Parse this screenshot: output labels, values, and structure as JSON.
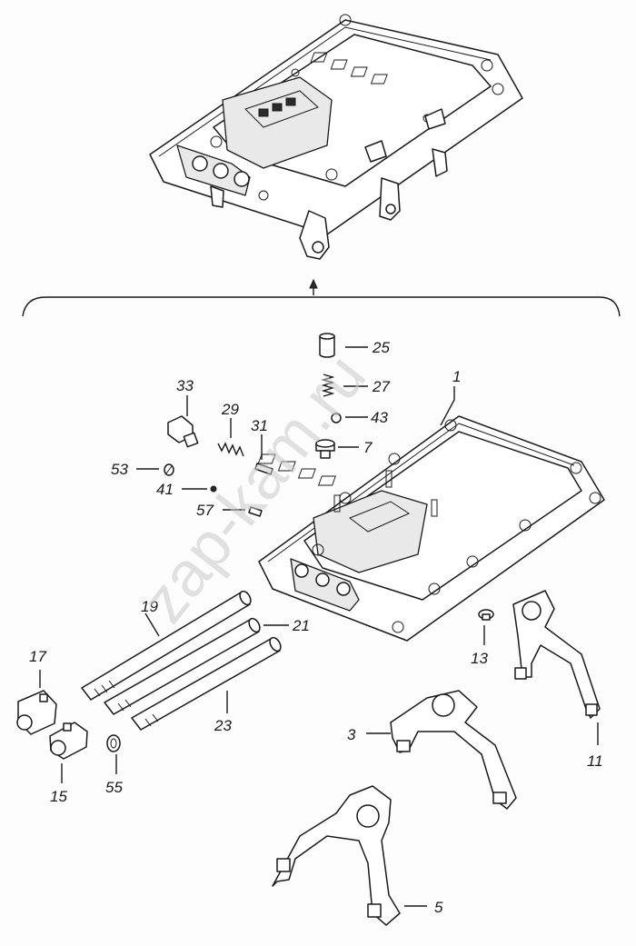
{
  "watermark": "zap-kam.ru",
  "callouts": {
    "c1": "1",
    "c3": "3",
    "c5": "5",
    "c7": "7",
    "c11": "11",
    "c13": "13",
    "c15": "15",
    "c17": "17",
    "c19": "19",
    "c21": "21",
    "c23": "23",
    "c25": "25",
    "c27": "27",
    "c29": "29",
    "c31": "31",
    "c33": "33",
    "c41": "41",
    "c43": "43",
    "c53": "53",
    "c55": "55",
    "c57": "57"
  }
}
